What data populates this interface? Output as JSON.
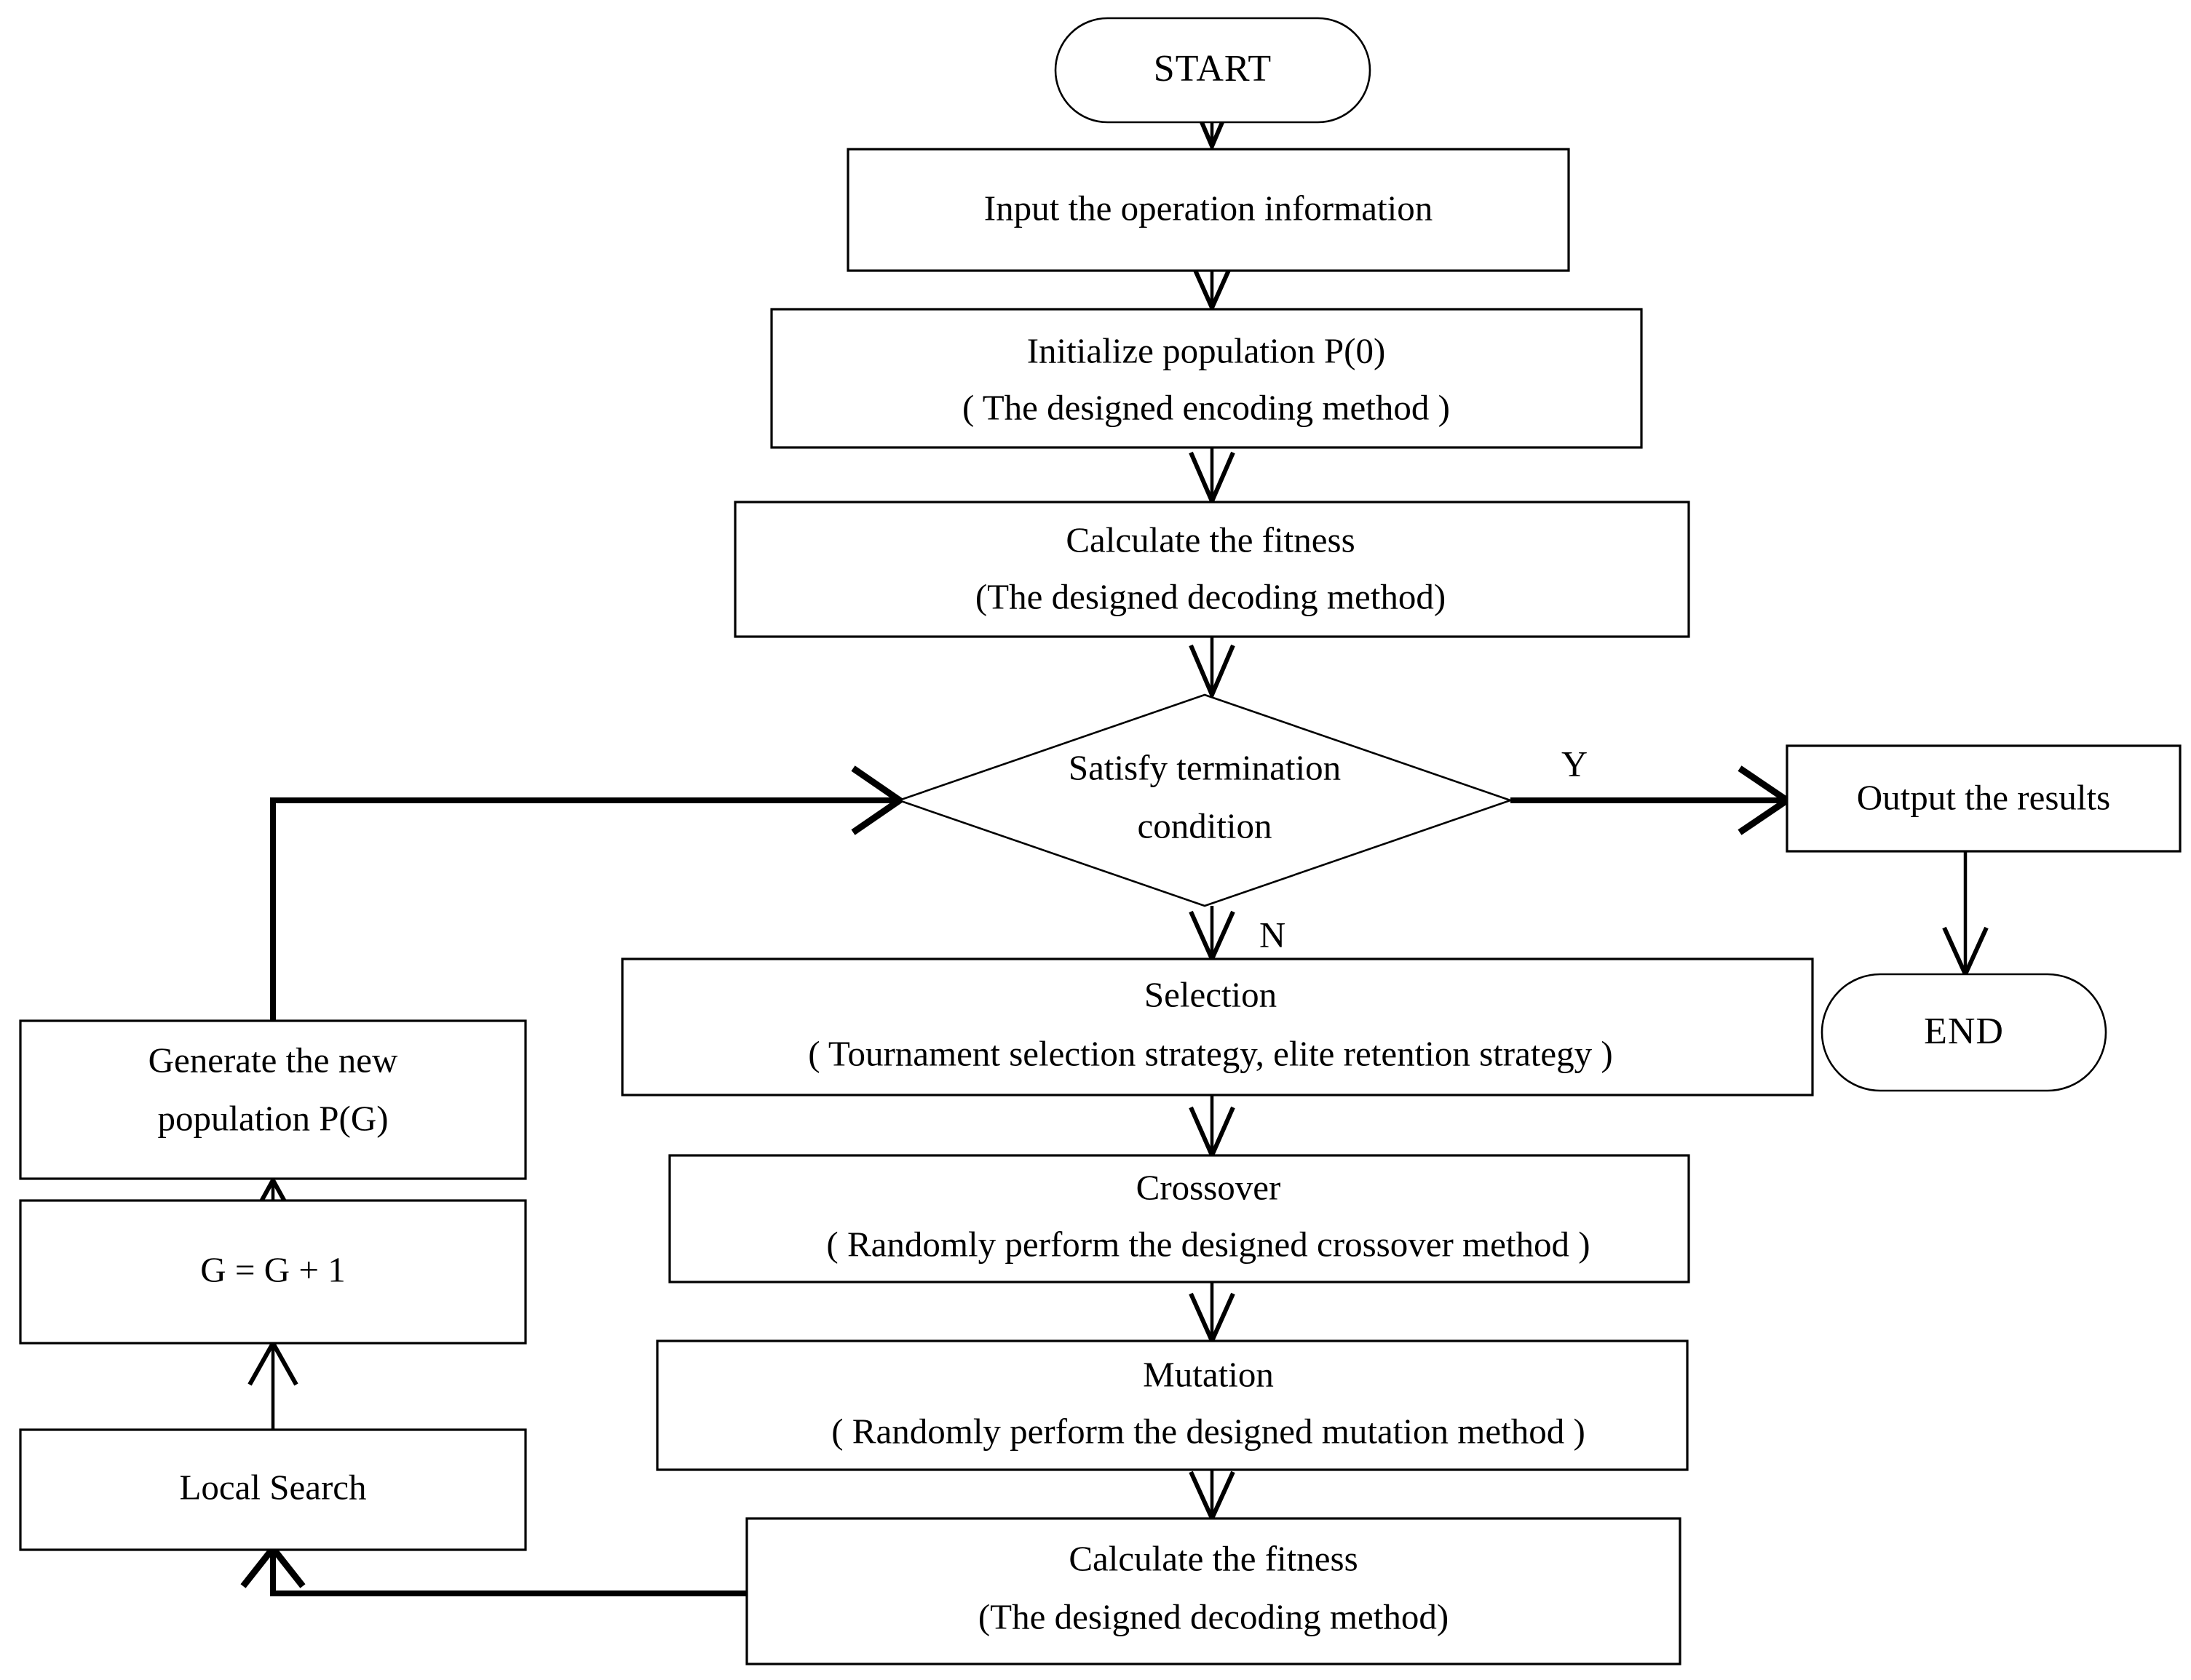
{
  "diagram": {
    "title": "Genetic algorithm with local search flowchart",
    "type": "flowchart",
    "colors": {
      "stroke": "#000000",
      "fill": "#ffffff",
      "text": "#000000"
    },
    "nodes": {
      "start": {
        "label": "START",
        "shape": "stadium"
      },
      "input_operation": {
        "label": "Input the operation information",
        "shape": "rectangle"
      },
      "initialize_population": {
        "line1": "Initialize population P(0)",
        "line2": "( The designed encoding method )",
        "shape": "rectangle"
      },
      "calculate_fitness_top": {
        "line1": "Calculate the fitness",
        "line2": "(The designed decoding method)",
        "shape": "rectangle"
      },
      "termination_decision": {
        "line1": "Satisfy termination",
        "line2": "condition",
        "shape": "diamond"
      },
      "output_results": {
        "label": "Output the results",
        "shape": "rectangle"
      },
      "end": {
        "label": "END",
        "shape": "stadium"
      },
      "selection": {
        "line1": "Selection",
        "line2": "( Tournament selection strategy, elite retention strategy )",
        "shape": "rectangle"
      },
      "crossover": {
        "line1": "Crossover",
        "line2": "( Randomly perform the designed crossover method )",
        "shape": "rectangle"
      },
      "mutation": {
        "line1": "Mutation",
        "line2": "( Randomly perform the designed mutation method  )",
        "shape": "rectangle"
      },
      "calculate_fitness_bottom": {
        "line1": "Calculate the fitness",
        "line2": "(The designed decoding method)",
        "shape": "rectangle"
      },
      "local_search": {
        "label": "Local Search",
        "shape": "rectangle"
      },
      "increment_generation": {
        "label": "G = G + 1",
        "shape": "rectangle"
      },
      "generate_population": {
        "line1": "Generate the new",
        "line2": "population P(G)",
        "shape": "rectangle"
      }
    },
    "edge_labels": {
      "yes": "Y",
      "no": "N"
    }
  }
}
